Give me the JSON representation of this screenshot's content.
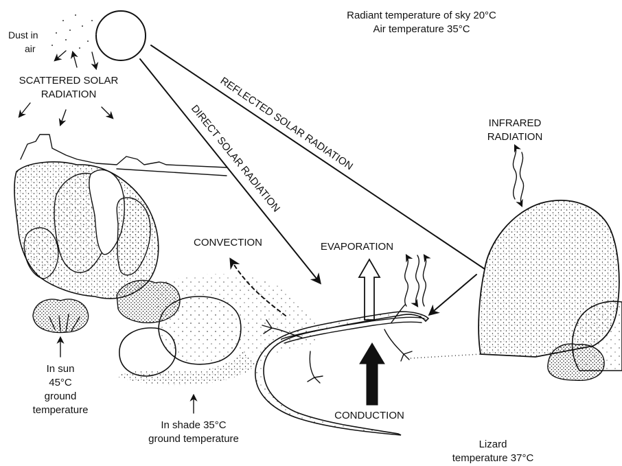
{
  "sky": {
    "line1": "Radiant temperature of sky 20°C",
    "line2": "Air temperature 35°C"
  },
  "dust": {
    "line1": "Dust in",
    "line2": "air"
  },
  "scattered": {
    "line1": "SCATTERED SOLAR",
    "line2": "RADIATION"
  },
  "reflected_label": "REFLECTED SOLAR RADIATION",
  "direct_label": "DIRECT SOLAR RADIATION",
  "infrared": {
    "line1": "INFRARED",
    "line2": "RADIATION"
  },
  "convection_label": "CONVECTION",
  "evaporation_label": "EVAPORATION",
  "conduction_label": "CONDUCTION",
  "in_sun": {
    "line1": "In sun",
    "line2": "45°C",
    "line3": "ground",
    "line4": "temperature"
  },
  "in_shade": {
    "line1": "In shade 35°C",
    "line2": "ground temperature"
  },
  "lizard": {
    "line1": "Lizard",
    "line2": "temperature 37°C"
  }
}
